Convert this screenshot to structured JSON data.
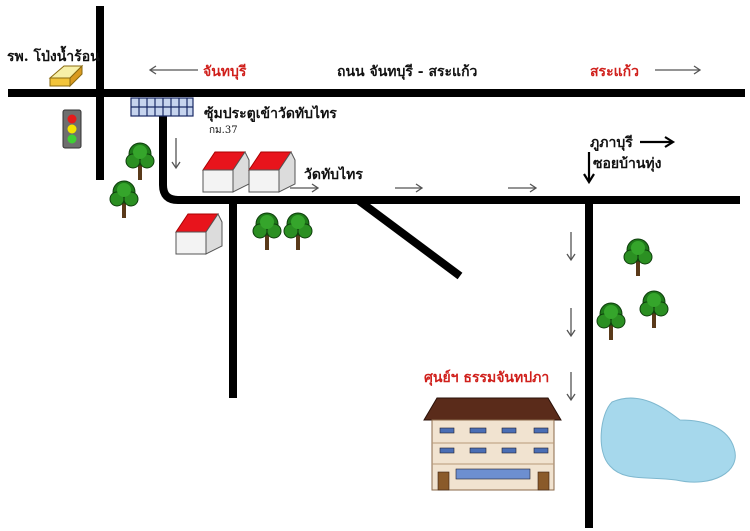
{
  "map": {
    "hospital_label": "รพ. โป่งน้ำร้อน",
    "chanthaburi_label": "จันทบุรี",
    "main_road_label": "ถนน จันทบุรี - สระแก้ว",
    "sa_kaeo_label": "สระแก้ว",
    "gate_label": "ซุ้มประตูเข้าวัดทับไทร",
    "km_label": "กม.37",
    "temple_label": "วัดทับไทร",
    "phuphaburi_label": "ภูภาบุรี",
    "soi_label": "ซอยบ้านทุ่ง",
    "center_label": "ศุนย์ฯ ธรรมจันทปภา",
    "colors": {
      "road": "#000000",
      "label_red": "#d0201c",
      "roof_red": "#e8141c",
      "tree_green": "#1f7a1a",
      "pond_blue": "#a6d8ec",
      "sign_yellow": "#f2c43a"
    }
  }
}
